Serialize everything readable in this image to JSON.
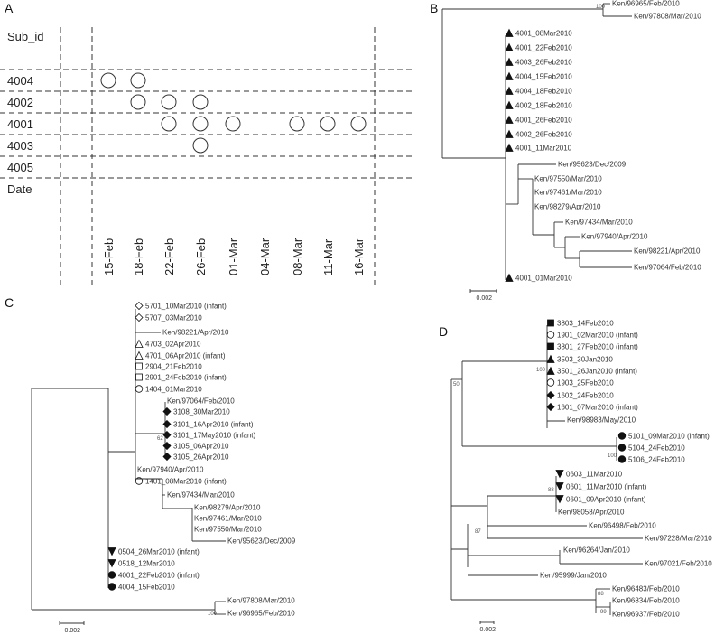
{
  "panels": [
    {
      "letter": "A"
    },
    {
      "letter": "B"
    },
    {
      "letter": "C"
    },
    {
      "letter": "D"
    }
  ],
  "panelA": {
    "header": "Sub_id",
    "date_label": "Date",
    "subjects": [
      "4004",
      "4002",
      "4001",
      "4003",
      "4005"
    ],
    "dates": [
      "15-Feb",
      "18-Feb",
      "22-Feb",
      "26-Feb",
      "01-Mar",
      "04-Mar",
      "08-Mar",
      "11-Mar",
      "16-Mar"
    ],
    "positives": [
      {
        "subject": "4004",
        "dates": [
          "15-Feb",
          "18-Feb"
        ]
      },
      {
        "subject": "4002",
        "dates": [
          "18-Feb",
          "22-Feb",
          "26-Feb"
        ]
      },
      {
        "subject": "4001",
        "dates": [
          "22-Feb",
          "26-Feb",
          "01-Mar",
          "08-Mar",
          "11-Mar",
          "16-Mar"
        ]
      },
      {
        "subject": "4003",
        "dates": [
          "26-Feb"
        ]
      },
      {
        "subject": "4005",
        "dates": []
      }
    ]
  },
  "panelB": {
    "scale": "0.002",
    "bootstrap": [
      "100"
    ],
    "leaves": [
      {
        "label": "Ken/96965/Feb/2010",
        "marker": ""
      },
      {
        "label": "Ken/97808/Mar/2010",
        "marker": ""
      },
      {
        "label": "4001_08Mar2010",
        "marker": "triangle"
      },
      {
        "label": "4001_22Feb2010",
        "marker": "triangle"
      },
      {
        "label": "4003_26Feb2010",
        "marker": "triangle"
      },
      {
        "label": "4004_15Feb2010",
        "marker": "triangle"
      },
      {
        "label": "4004_18Feb2010",
        "marker": "triangle"
      },
      {
        "label": "4002_18Feb2010",
        "marker": "triangle"
      },
      {
        "label": "4001_26Feb2010",
        "marker": "triangle"
      },
      {
        "label": "4002_26Feb2010",
        "marker": "triangle"
      },
      {
        "label": "4001_11Mar2010",
        "marker": "triangle"
      },
      {
        "label": "Ken/95623/Dec/2009",
        "marker": ""
      },
      {
        "label": "Ken/97550/Mar/2010",
        "marker": ""
      },
      {
        "label": "Ken/97461/Mar/2010",
        "marker": ""
      },
      {
        "label": "Ken/98279/Apr/2010",
        "marker": ""
      },
      {
        "label": "Ken/97434/Mar/2010",
        "marker": ""
      },
      {
        "label": "Ken/97940/Apr/2010",
        "marker": ""
      },
      {
        "label": "Ken/98221/Apr/2010",
        "marker": ""
      },
      {
        "label": "Ken/97064/Feb/2010",
        "marker": ""
      },
      {
        "label": "4001_01Mar2010",
        "marker": "triangle"
      }
    ]
  },
  "panelC": {
    "scale": "0.002",
    "bootstrap": [
      "62",
      "100"
    ],
    "leaves": [
      {
        "label": "5701_10Mar2010 (infant)",
        "marker": "diamond-open"
      },
      {
        "label": "5707_03Mar2010",
        "marker": "diamond-open"
      },
      {
        "label": "Ken/98221/Apr/2010",
        "marker": ""
      },
      {
        "label": "4703_02Apr2010",
        "marker": "triangle-open"
      },
      {
        "label": "4701_06Apr2010 (infant)",
        "marker": "triangle-open"
      },
      {
        "label": "2904_21Feb2010",
        "marker": "square-open"
      },
      {
        "label": "2901_24Feb2010 (infant)",
        "marker": "square-open"
      },
      {
        "label": "1404_01Mar2010",
        "marker": "circle-open"
      },
      {
        "label": "Ken/97064/Feb/2010",
        "marker": ""
      },
      {
        "label": "3108_30Mar2010",
        "marker": "diamond"
      },
      {
        "label": "3101_16Apr2010 (infant)",
        "marker": "diamond"
      },
      {
        "label": "3101_17May2010 (infant)",
        "marker": "diamond"
      },
      {
        "label": "3105_06Apr2010",
        "marker": "diamond"
      },
      {
        "label": "3105_26Apr2010",
        "marker": "diamond"
      },
      {
        "label": "Ken/97940/Apr/2010",
        "marker": ""
      },
      {
        "label": "1401_08Mar2010 (infant)",
        "marker": "circle-open"
      },
      {
        "label": "Ken/97434/Mar/2010",
        "marker": ""
      },
      {
        "label": "Ken/98279/Apr/2010",
        "marker": ""
      },
      {
        "label": "Ken/97461/Mar/2010",
        "marker": ""
      },
      {
        "label": "Ken/97550/Mar/2010",
        "marker": ""
      },
      {
        "label": "Ken/95623/Dec/2009",
        "marker": ""
      },
      {
        "label": "0504_26Mar2010 (infant)",
        "marker": "triangle-down"
      },
      {
        "label": "0518_12Mar2010",
        "marker": "triangle-down"
      },
      {
        "label": "4001_22Feb2010 (infant)",
        "marker": "circle"
      },
      {
        "label": "4004_15Feb2010",
        "marker": "circle"
      },
      {
        "label": "Ken/97808/Mar/2010",
        "marker": ""
      },
      {
        "label": "Ken/96965/Feb/2010",
        "marker": ""
      }
    ]
  },
  "panelD": {
    "scale": "0.002",
    "bootstrap": [
      "100",
      "50",
      "100",
      "88",
      "87",
      "88",
      "99"
    ],
    "leaves": [
      {
        "label": "3803_14Feb2010",
        "marker": "square"
      },
      {
        "label": "1901_02Mar2010 (infant)",
        "marker": "circle-open"
      },
      {
        "label": "3801_27Feb2010 (infant)",
        "marker": "square"
      },
      {
        "label": "3503_30Jan2010",
        "marker": "triangle"
      },
      {
        "label": "3501_26Jan2010 (infant)",
        "marker": "triangle"
      },
      {
        "label": "1903_25Feb2010",
        "marker": "circle-open"
      },
      {
        "label": "1602_24Feb2010",
        "marker": "diamond"
      },
      {
        "label": "1601_07Mar2010 (infant)",
        "marker": "diamond"
      },
      {
        "label": "Ken/98983/May/2010",
        "marker": ""
      },
      {
        "label": "5101_09Mar2010 (infant)",
        "marker": "circle"
      },
      {
        "label": "5104_24Feb2010",
        "marker": "circle"
      },
      {
        "label": "5106_24Feb2010",
        "marker": "circle"
      },
      {
        "label": "0603_11Mar2010",
        "marker": "triangle-down"
      },
      {
        "label": "0601_11Mar2010 (infant)",
        "marker": "triangle-down"
      },
      {
        "label": "0601_09Apr2010 (infant)",
        "marker": "triangle-down"
      },
      {
        "label": "Ken/98058/Apr/2010",
        "marker": ""
      },
      {
        "label": "Ken/96498/Feb/2010",
        "marker": ""
      },
      {
        "label": "Ken/97228/Mar/2010",
        "marker": ""
      },
      {
        "label": "Ken/96264/Jan/2010",
        "marker": ""
      },
      {
        "label": "Ken/97021/Feb/2010",
        "marker": ""
      },
      {
        "label": "Ken/95999/Jan/2010",
        "marker": ""
      },
      {
        "label": "Ken/96483/Feb/2010",
        "marker": ""
      },
      {
        "label": "Ken/96834/Feb/2010",
        "marker": ""
      },
      {
        "label": "Ken/96937/Feb/2010",
        "marker": ""
      }
    ]
  }
}
